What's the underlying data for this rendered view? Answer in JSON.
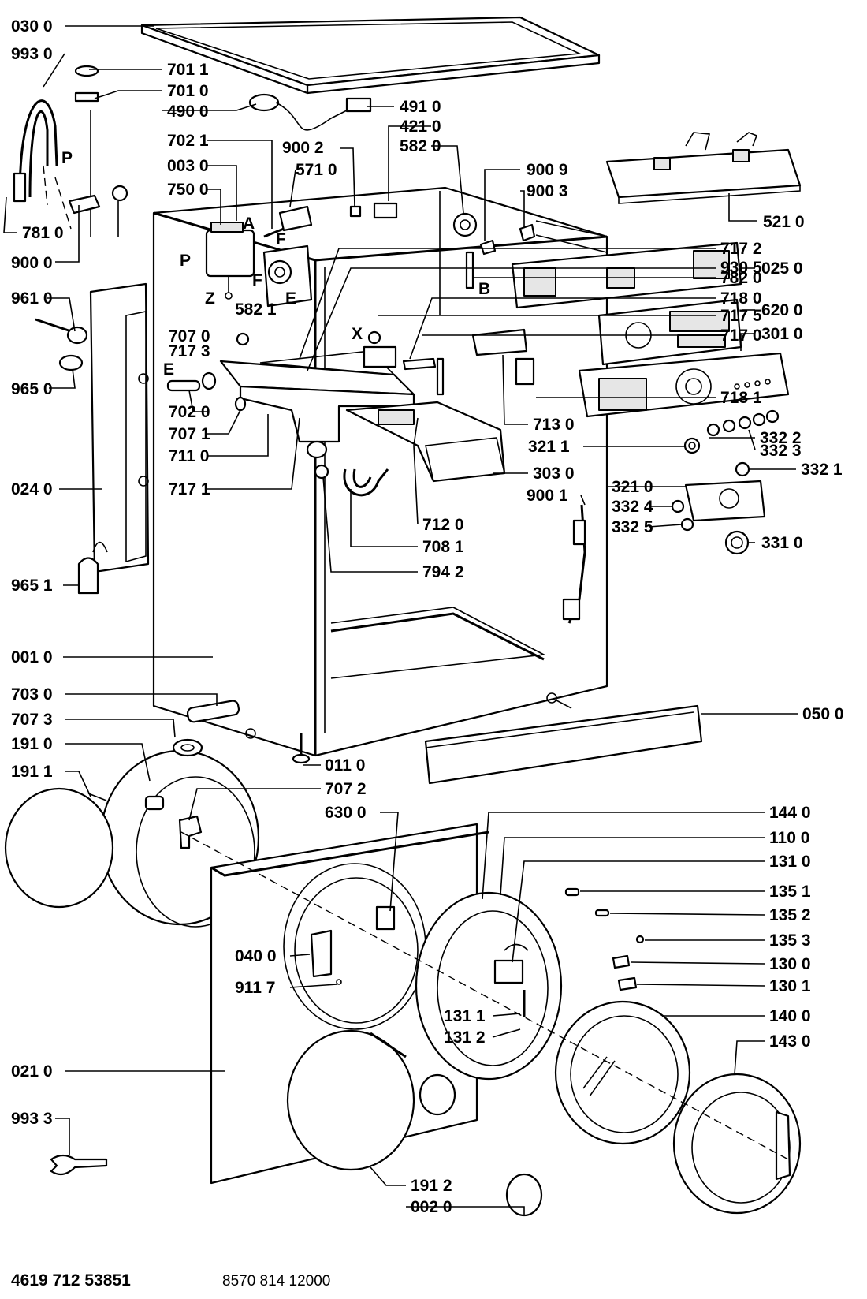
{
  "labels": {
    "l030_0": "030 0",
    "l993_0": "993 0",
    "l701_1": "701 1",
    "l701_0": "701 0",
    "l490_0": "490 0",
    "l491_0": "491 0",
    "l421_0": "421 0",
    "l582_0": "582 0",
    "l900_2": "900 2",
    "l702_1": "702 1",
    "l003_0": "003 0",
    "l571_0": "571 0",
    "l750_0": "750 0",
    "l900_9": "900 9",
    "l900_3": "900 3",
    "l781_0": "781 0",
    "l521_0": "521 0",
    "l900_0": "900 0",
    "l717_2": "717 2",
    "l930_5": "930 5",
    "l782_0": "782 0",
    "l025_0": "025 0",
    "l961_0": "961 0",
    "l718_0": "718 0",
    "l717_5": "717 5",
    "l620_0": "620 0",
    "l707_0": "707 0",
    "l717_3": "717 3",
    "l717_0": "717 0",
    "l301_0": "301 0",
    "l965_0": "965 0",
    "l718_1": "718 1",
    "l702_0": "702 0",
    "l713_0": "713 0",
    "l707_1": "707 1",
    "l332_2": "332 2",
    "l321_1": "321 1",
    "l332_3": "332 3",
    "l711_0": "711 0",
    "l303_0": "303 0",
    "l332_1": "332 1",
    "l024_0": "024 0",
    "l717_1": "717 1",
    "l900_1": "900 1",
    "l321_0": "321 0",
    "l332_4": "332 4",
    "l712_0": "712 0",
    "l332_5": "332 5",
    "l331_0": "331 0",
    "l708_1": "708 1",
    "l965_1": "965 1",
    "l794_2": "794 2",
    "l001_0": "001 0",
    "l703_0": "703 0",
    "l050_0": "050 0",
    "l707_3": "707 3",
    "l191_0": "191 0",
    "l011_0": "011 0",
    "l191_1": "191 1",
    "l707_2": "707 2",
    "l630_0": "630 0",
    "l144_0": "144 0",
    "l110_0": "110 0",
    "l131_0": "131 0",
    "l135_1": "135 1",
    "l135_2": "135 2",
    "l135_3": "135 3",
    "l040_0": "040 0",
    "l130_0": "130 0",
    "l911_7": "911 7",
    "l130_1": "130 1",
    "l131_1": "131 1",
    "l140_0": "140 0",
    "l131_2": "131 2",
    "l143_0": "143 0",
    "l021_0": "021 0",
    "l993_3": "993 3",
    "l191_2": "191 2",
    "l002_0": "002 0",
    "lA": "A",
    "lP1": "P",
    "lP2": "P",
    "lF1": "F",
    "lF2": "F",
    "lZ": "Z",
    "l582_1": "582 1",
    "lE1": "E",
    "lE2": "E",
    "lB": "B",
    "lX": "X"
  },
  "footer": {
    "left_code": "4619 712 53851",
    "right_code": "8570 814 12000"
  }
}
